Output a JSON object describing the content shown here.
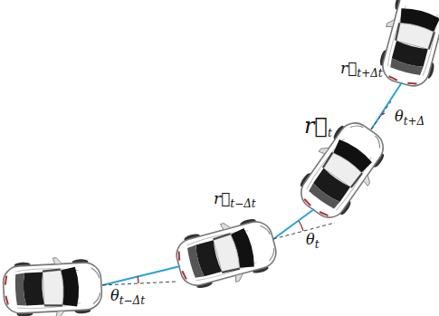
{
  "diagram": {
    "labels": [
      "r⃗t+Δt",
      "r⃗t",
      "r⃗t−Δt",
      "θt+Δ",
      "θt",
      "θt−Δt"
    ]
  }
}
